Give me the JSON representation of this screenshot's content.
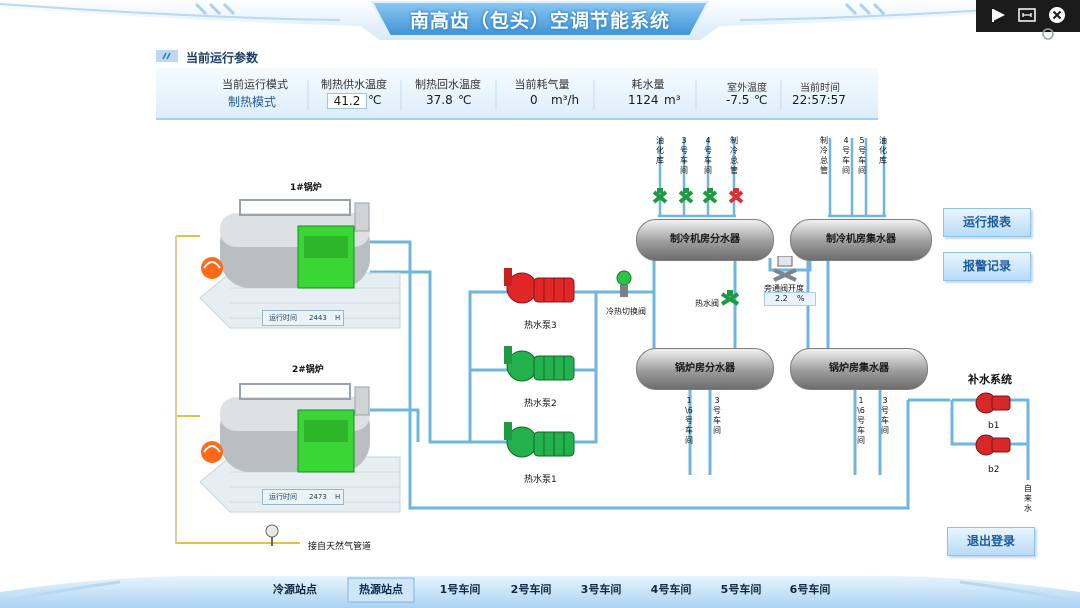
{
  "header": {
    "title": "南高齿（包头）空调节能系统"
  },
  "params": {
    "section_title": "当前运行参数",
    "items": [
      {
        "label": "当前运行模式",
        "value": "制热模式",
        "unit": ""
      },
      {
        "label": "制热供水温度",
        "value": "41.2",
        "unit": "℃"
      },
      {
        "label": "制热回水温度",
        "value": "37.8",
        "unit": "℃"
      },
      {
        "label": "当前耗气量",
        "value": "0",
        "unit": "m³/h"
      },
      {
        "label": "耗水量",
        "value": "1124",
        "unit": "m³"
      },
      {
        "label": "室外温度",
        "value": "-7.5",
        "unit": "℃"
      },
      {
        "label": "当前时间",
        "value": "22:57:57",
        "unit": ""
      }
    ]
  },
  "boilers": [
    {
      "name": "1#锅炉",
      "runtime_label": "运行时间",
      "runtime_value": "2443",
      "runtime_unit": "H"
    },
    {
      "name": "2#锅炉",
      "runtime_label": "运行时间",
      "runtime_value": "2473",
      "runtime_unit": "H"
    }
  ],
  "pumps": [
    "热水泵3",
    "热水泵2",
    "热水泵1"
  ],
  "valves": {
    "switch_valve": "冷热切换阀",
    "hot_valve": "热水阀",
    "bypass_label": "旁通阀开度",
    "bypass_value": "2.2",
    "bypass_unit": "%"
  },
  "tanks": {
    "chiller_supply": "制冷机房分水器",
    "chiller_collect": "制冷机房集水器",
    "boiler_supply": "锅炉房分水器",
    "boiler_collect": "锅炉房集水器"
  },
  "branches_top_left": [
    "油化库",
    "3号车间",
    "4号车间",
    "制冷总管"
  ],
  "branches_top_right": [
    "制冷总管",
    "4号车间",
    "5号车间",
    "油化库"
  ],
  "branches_bottom_left": [
    "1\\6号车间",
    "3号车间"
  ],
  "branches_bottom_right": [
    "1\\6号车间",
    "3号车间"
  ],
  "makeup": {
    "title": "补水系统",
    "pump1": "b1",
    "pump2": "b2",
    "source": "自来水"
  },
  "gas_line": "接自天然气管道",
  "buttons": {
    "report": "运行报表",
    "alarm": "报警记录",
    "logout": "退出登录"
  },
  "nav": [
    "冷源站点",
    "热源站点",
    "1号车间",
    "2号车间",
    "3号车间",
    "4号车间",
    "5号车间",
    "6号车间"
  ],
  "nav_active": "热源站点",
  "colors": {
    "pipe": "#6fb6dc",
    "pipe_gas": "#e2c34a",
    "pump_active": "#22b14c",
    "pump_standby": "#d63232",
    "accent": "#2a7fc9"
  }
}
